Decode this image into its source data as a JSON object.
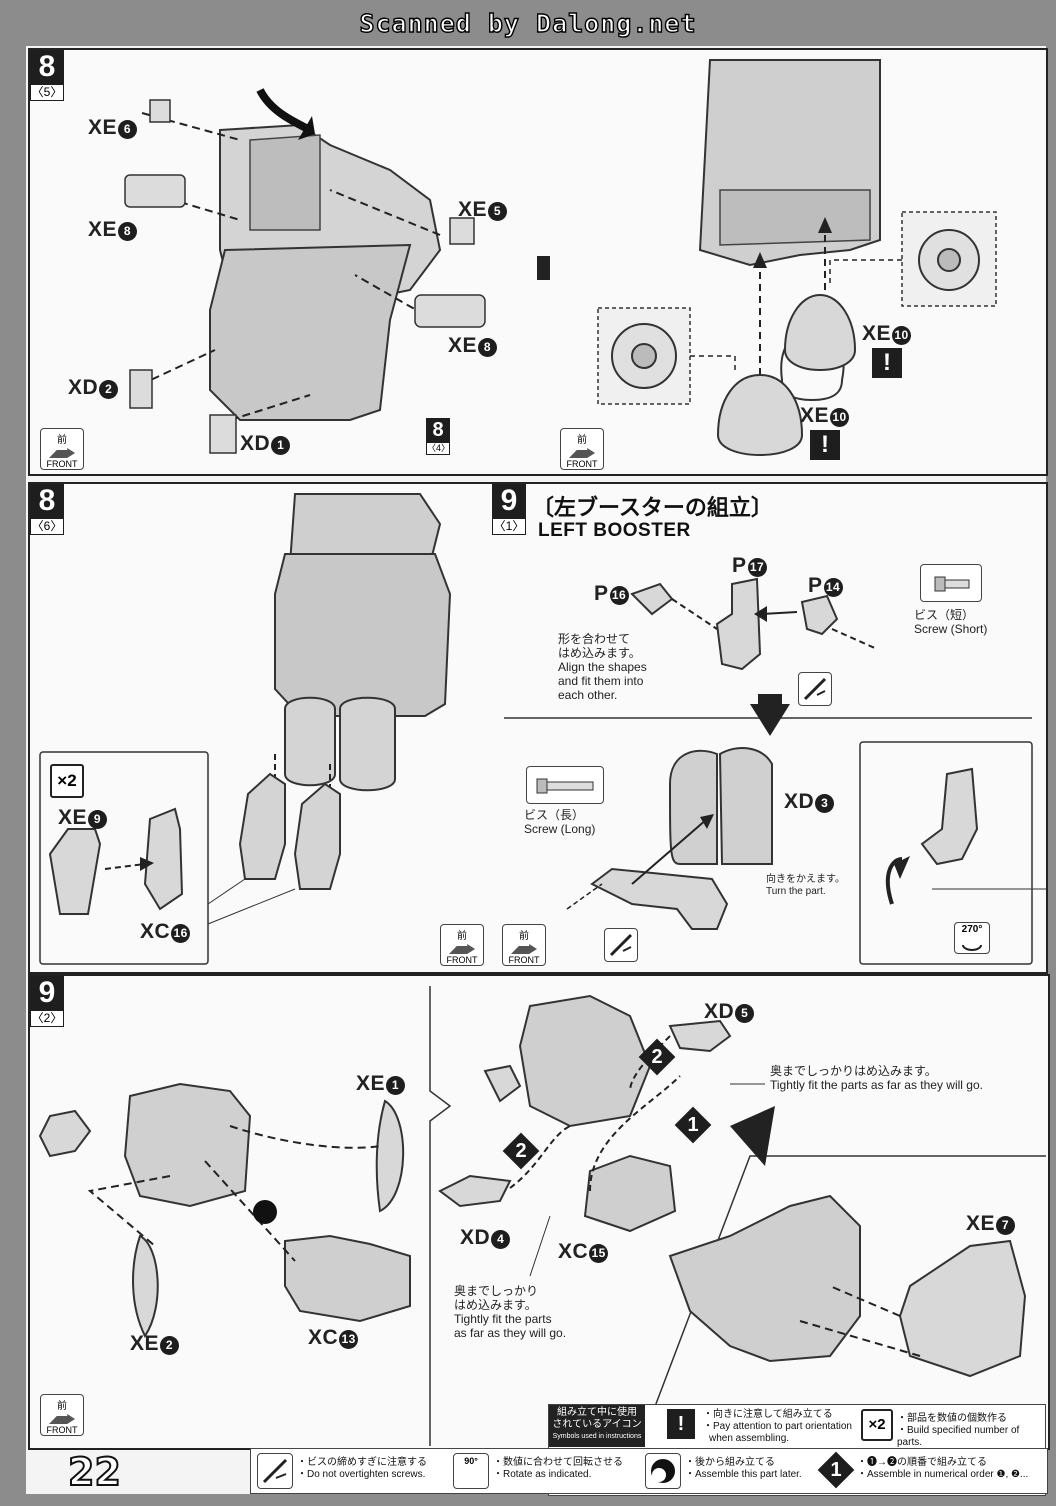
{
  "watermark": "Scanned by Dalong.net",
  "page_number": "22",
  "front_label": {
    "jp": "前",
    "en": "FRONT"
  },
  "panel_8_5": {
    "step": "8",
    "sub": "〈5〉",
    "parts": {
      "xe6": "XE",
      "xe6n": "6",
      "xe8a": "XE",
      "xe8an": "8",
      "xe5": "XE",
      "xe5n": "5",
      "xe8b": "XE",
      "xe8bn": "8",
      "xd2": "XD",
      "xd2n": "2",
      "xd1": "XD",
      "xd1n": "1"
    },
    "ref_step": "8",
    "ref_sub": "〈4〉"
  },
  "panel_8_5b": {
    "parts": {
      "xe10a": "XE",
      "xe10an": "10",
      "xe10b": "XE",
      "xe10bn": "10"
    },
    "warn": "!"
  },
  "panel_8_6": {
    "step": "8",
    "sub": "〈6〉",
    "x2": "×2",
    "parts": {
      "xe9": "XE",
      "xe9n": "9",
      "xc16": "XC",
      "xc16n": "16"
    }
  },
  "panel_9_1": {
    "step": "9",
    "sub": "〈1〉",
    "title_jp": "〔左ブースターの組立〕",
    "title_en": "LEFT BOOSTER",
    "parts": {
      "p16": "P",
      "p16n": "16",
      "p17": "P",
      "p17n": "17",
      "p14": "P",
      "p14n": "14",
      "xd3": "XD",
      "xd3n": "3"
    },
    "note_shape_jp1": "形を合わせて",
    "note_shape_jp2": "はめ込みます。",
    "note_shape_en1": "Align the shapes",
    "note_shape_en2": "and fit them into",
    "note_shape_en3": "each other.",
    "screw_short_jp": "ビス（短）",
    "screw_short_en": "Screw (Short)",
    "screw_long_jp": "ビス（長）",
    "screw_long_en": "Screw (Long)",
    "turn_jp": "向きをかえます。",
    "turn_en": "Turn the part.",
    "rotate": "270°"
  },
  "panel_9_2": {
    "step": "9",
    "sub": "〈2〉",
    "parts": {
      "xe1": "XE",
      "xe1n": "1",
      "xe2": "XE",
      "xe2n": "2",
      "xc13": "XC",
      "xc13n": "13",
      "xd5": "XD",
      "xd5n": "5",
      "xd4": "XD",
      "xd4n": "4",
      "xc15": "XC",
      "xc15n": "15",
      "xe7": "XE",
      "xe7n": "7"
    },
    "order1": "1",
    "order2": "2",
    "fit_jp": "奥までしっかりはめ込みます。",
    "fit_en": "Tightly fit the parts as far as they will go.",
    "fit2_jp1": "奥までしっかり",
    "fit2_jp2": "はめ込みます。",
    "fit2_en1": "Tightly fit the parts",
    "fit2_en2": "as far as they will go."
  },
  "legend": {
    "header_jp1": "組み立て中に使用",
    "header_jp2": "されているアイコン",
    "header_en": "Symbols used in instructions",
    "orient_jp": "・向きに注意して組み立てる",
    "orient_en1": "・Pay attention to part orientation",
    "orient_en2": "when assembling.",
    "x2_jp": "・部品を数値の個数作る",
    "x2_en": "・Build specified number of parts.",
    "screw_jp": "・ビスの締めすぎに注意する",
    "screw_en": "・Do not overtighten screws.",
    "rotate_label": "90°",
    "rotate_jp": "・数値に合わせて回転させる",
    "rotate_en": "・Rotate as indicated.",
    "later_jp": "・後から組み立てる",
    "later_en": "・Assemble this part later.",
    "order_jp": "・❶→❷の順番で組み立てる",
    "order_en": "・Assemble in numerical order ❶, ❷..."
  }
}
